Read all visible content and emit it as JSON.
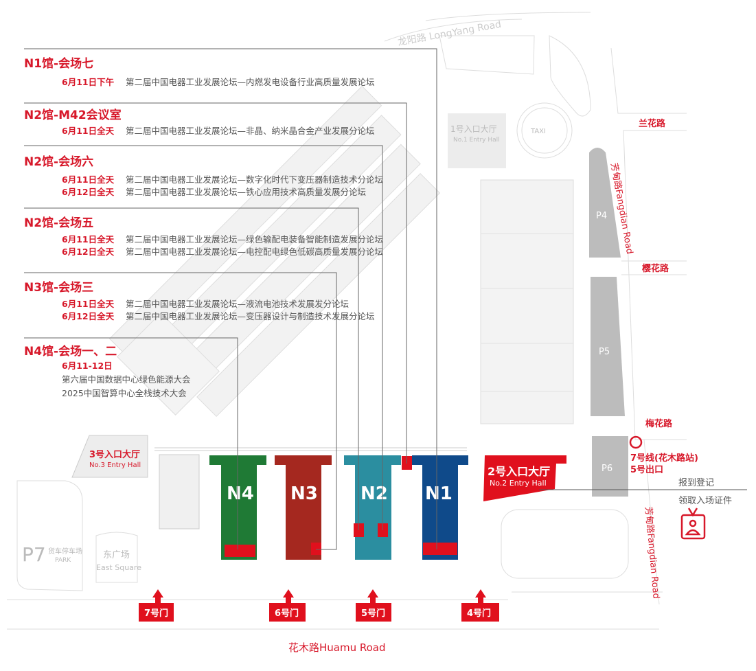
{
  "venues": [
    {
      "title": "N1馆-会场七",
      "events": [
        {
          "date": "6月11日下午",
          "name": "第二届中国电器工业发展论坛—内燃发电设备行业高质量发展论坛"
        }
      ]
    },
    {
      "title": "N2馆-M42会议室",
      "events": [
        {
          "date": "6月11日全天",
          "name": "第二届中国电器工业发展论坛—非晶、纳米晶合金产业发展分论坛"
        }
      ]
    },
    {
      "title": "N2馆-会场六",
      "events": [
        {
          "date": "6月11日全天",
          "name": "第二届中国电器工业发展论坛—数字化时代下变压器制造技术分论坛"
        },
        {
          "date": "6月12日全天",
          "name": "第二届中国电器工业发展论坛—铁心应用技术高质量发展分论坛"
        }
      ]
    },
    {
      "title": "N2馆-会场五",
      "events": [
        {
          "date": "6月11日全天",
          "name": "第二届中国电器工业发展论坛—绿色输配电装备智能制造发展分论坛"
        },
        {
          "date": "6月12日全天",
          "name": "第二届中国电器工业发展论坛—电控配电绿色低碳高质量发展分论坛"
        }
      ]
    },
    {
      "title": "N3馆-会场三",
      "events": [
        {
          "date": "6月11日全天",
          "name": "第二届中国电器工业发展论坛—液流电池技术发展发分论坛"
        },
        {
          "date": "6月12日全天",
          "name": "第二届中国电器工业发展论坛—变压器设计与制造技术发展分论坛"
        }
      ]
    },
    {
      "title": "N4馆-会场一、二",
      "date": "6月11-12日",
      "lines": [
        "第六届中国数据中心绿色能源大会",
        "2025中国智算中心全栈技术大会"
      ]
    }
  ],
  "halls": [
    "N4",
    "N3",
    "N2",
    "N1"
  ],
  "entries": {
    "entry1": {
      "cn": "1号入口大厅",
      "en": "No.1 Entry Hall"
    },
    "entry2": {
      "cn": "2号入口大厅",
      "en": "No.2 Entry Hall"
    },
    "entry3": {
      "cn": "3号入口大厅",
      "en": "No.3 Entry Hall"
    }
  },
  "gates": [
    "7号门",
    "6号门",
    "5号门",
    "4号门"
  ],
  "roads": {
    "longyang": "龙阳路 LongYang Road",
    "lanhua": "兰花路",
    "yinghua": "樱花路",
    "meihua": "梅花路",
    "fangdian": "芳甸路Fangdian Road",
    "huamu": "花木路Huamu Road"
  },
  "parking": [
    "P4",
    "P5",
    "P6",
    "P7"
  ],
  "p7_label": "货车停车场",
  "p7_en": "PARK",
  "east_square": {
    "cn": "东广场",
    "en": "East Square"
  },
  "taxi": "TAXI",
  "metro": {
    "line": "7号线(花木路站)",
    "exit": "5号出口"
  },
  "registration": {
    "title": "报到登记",
    "subtitle": "领取入场证件"
  },
  "colors": {
    "accent": "#d7182a",
    "N4": "#1f7a35",
    "N3": "#a5281f",
    "N2": "#2b8ea0",
    "N1": "#0f4a8a"
  }
}
